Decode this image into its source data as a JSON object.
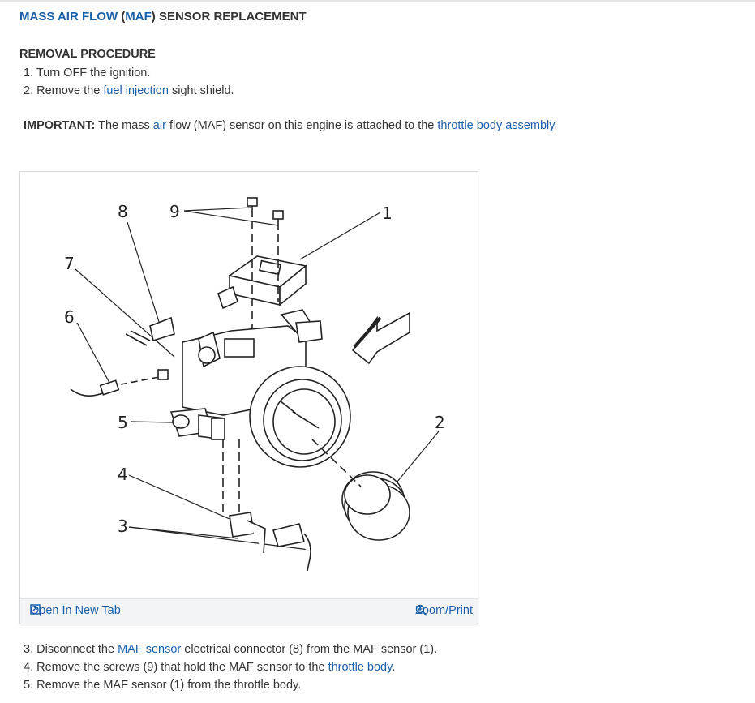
{
  "header": {
    "title_part1": "MASS AIR FLOW",
    "title_paren_open": " (",
    "title_link": "MAF",
    "title_part2": ") SENSOR REPLACEMENT"
  },
  "removal": {
    "heading": "REMOVAL PROCEDURE",
    "step1": "1. Turn OFF the ignition.",
    "step2_pre": "2. Remove the ",
    "step2_link": "fuel injection",
    "step2_post": " sight shield."
  },
  "important": {
    "label": "IMPORTANT:",
    "text_pre": " The mass ",
    "link1": "air",
    "text_mid": " flow (MAF) sensor on this engine is attached to the ",
    "link2": "throttle body assembly",
    "text_post": "."
  },
  "figure": {
    "callouts": [
      "8",
      "9",
      "1",
      "7",
      "6",
      "5",
      "4",
      "3",
      "2"
    ],
    "open_new_tab": "Open In New Tab",
    "zoom_print": "Zoom/Print"
  },
  "steps_after": {
    "step3_pre": "3. Disconnect the ",
    "step3_link": "MAF sensor",
    "step3_post": " electrical connector (8) from the MAF sensor (1).",
    "step4_pre": "4. Remove the screws (9) that hold the MAF sensor to the ",
    "step4_link": "throttle body",
    "step4_post": ".",
    "step5": "5. Remove the MAF sensor (1) from the throttle body."
  },
  "colors": {
    "link": "#1a5fa8",
    "text": "#333333"
  }
}
